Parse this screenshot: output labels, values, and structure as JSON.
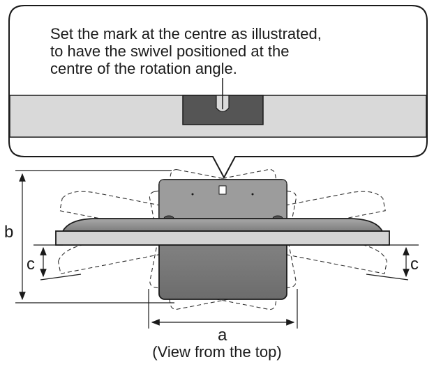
{
  "callout": {
    "lines": [
      "Set the mark at the centre as illustrated,",
      "to have the swivel positioned at the",
      "centre of the rotation angle."
    ]
  },
  "dimensions": {
    "a": "a",
    "b": "b",
    "c_left": "c",
    "c_right": "c"
  },
  "caption": "(View from the top)"
}
